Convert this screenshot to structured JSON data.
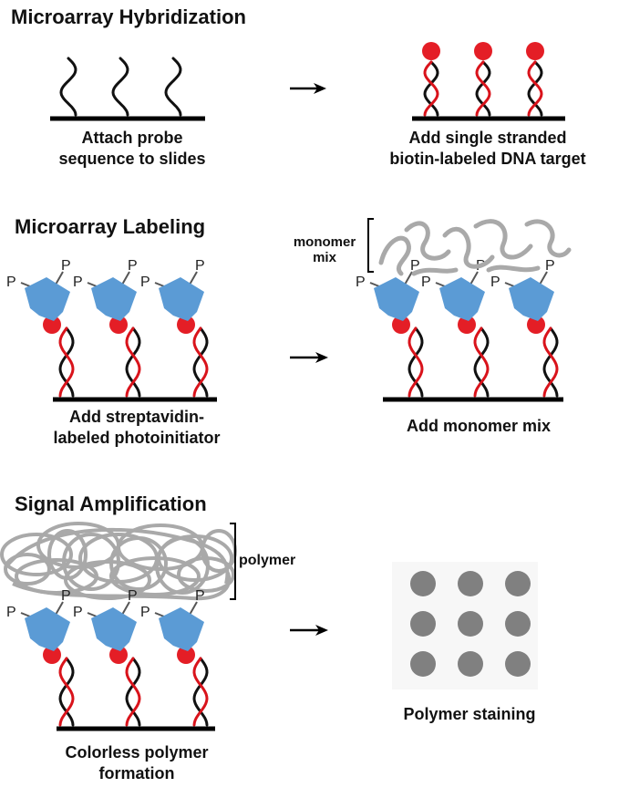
{
  "sections": {
    "hybridization": {
      "title": "Microarray Hybridization",
      "left_caption": [
        "Attach probe",
        "sequence to slides"
      ],
      "right_caption": [
        "Add single stranded",
        "biotin-labeled DNA target"
      ]
    },
    "labeling": {
      "title": "Microarray Labeling",
      "left_caption": [
        "Add streptavidin-",
        "labeled photoinitiator"
      ],
      "monomer_label": [
        "monomer",
        "mix"
      ],
      "right_caption": [
        "Add monomer mix"
      ]
    },
    "amplification": {
      "title": "Signal Amplification",
      "polymer_label": "polymer",
      "left_caption": [
        "Colorless polymer",
        "formation"
      ],
      "right_caption": [
        "Polymer staining"
      ]
    }
  },
  "photoinitiator_letter": "P",
  "icons": {
    "arrow": "arrow-right-icon",
    "probe": "dna-probe-icon",
    "biotin": "biotin-bead-icon",
    "streptavidin": "streptavidin-icon"
  },
  "colors": {
    "strand": "#111111",
    "target_strand": "#d9131b",
    "biotin": "#e41e26",
    "streptavidin": "#5b9bd5",
    "polymer": "#a9a9a9",
    "slide_bar": "#000000",
    "stain_dot": "#808080"
  }
}
